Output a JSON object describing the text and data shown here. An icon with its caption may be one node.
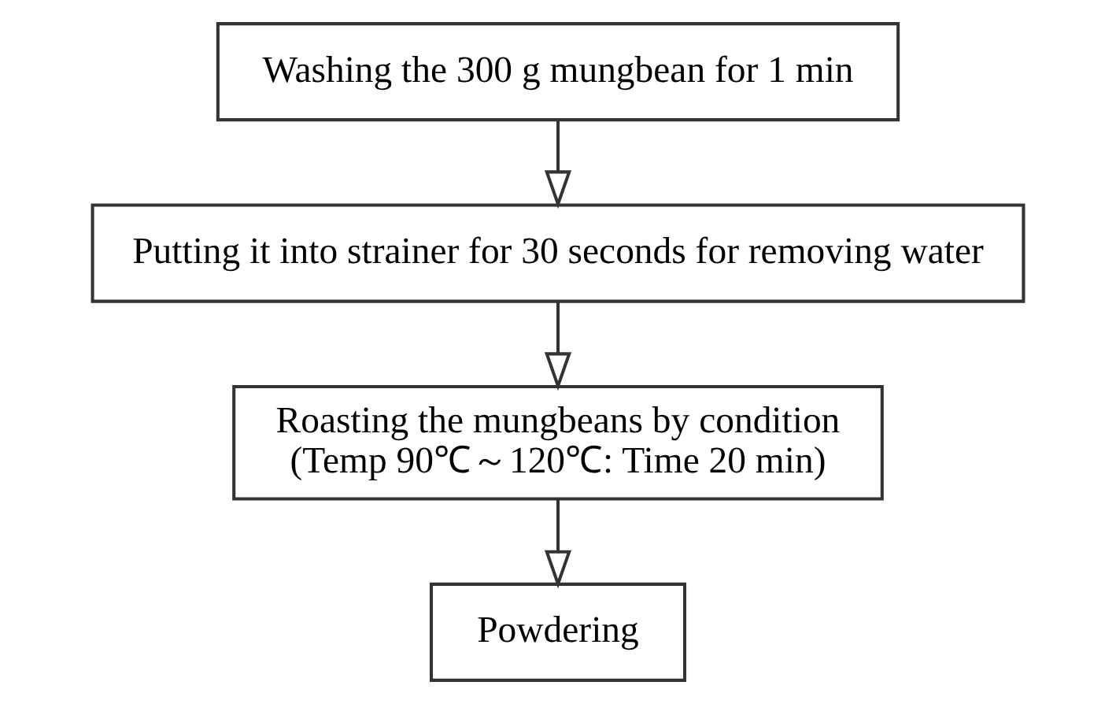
{
  "diagram": {
    "nodes": [
      {
        "text": [
          "Washing the 300 g mungbean for 1 min"
        ]
      },
      {
        "text": [
          "Putting it into strainer for 30 seconds for removing water"
        ]
      },
      {
        "text": [
          "Roasting the mungbeans by condition",
          "(Temp 90℃～120℃: Time 20 min)"
        ]
      },
      {
        "text": [
          "Powdering"
        ]
      }
    ],
    "edges": [
      {
        "from": 0,
        "to": 1,
        "arrow": "to"
      },
      {
        "from": 1,
        "to": 2,
        "arrow": "to"
      },
      {
        "from": 2,
        "to": 3,
        "arrow": "to"
      }
    ]
  }
}
